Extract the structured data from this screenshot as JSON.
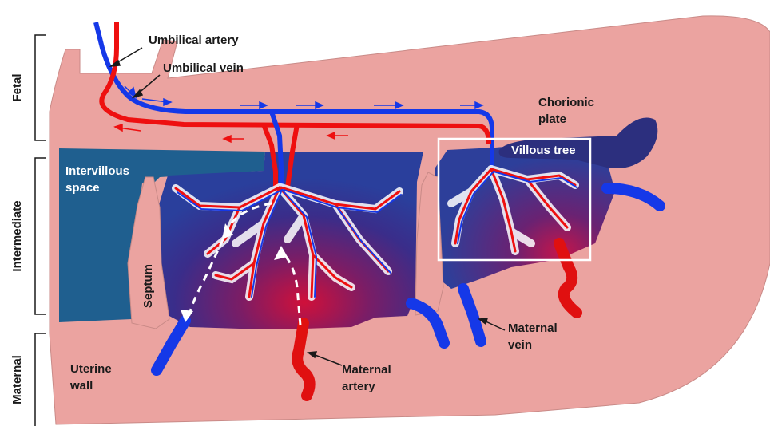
{
  "labels": {
    "umbilical_artery": "Umbilical artery",
    "umbilical_vein": "Umbilical vein",
    "chorionic_plate_1": "Chorionic",
    "chorionic_plate_2": "plate",
    "villous_tree": "Villous tree",
    "intervillous_1": "Intervillous",
    "intervillous_2": "space",
    "septum": "Septum",
    "uterine_1": "Uterine",
    "uterine_2": "wall",
    "maternal_artery_1": "Maternal",
    "maternal_artery_2": "artery",
    "maternal_vein_1": "Maternal",
    "maternal_vein_2": "vein"
  },
  "regions": {
    "fetal": "Fetal",
    "intermediate": "Intermediate",
    "maternal": "Maternal"
  },
  "colors": {
    "tissue": "#eba3a0",
    "intervillous_dark": "#1f5f8f",
    "pool_purple": "#4a2a80",
    "pool_blue": "#2f4fa8",
    "artery_red": "#ee1010",
    "vein_blue": "#1538e8",
    "villous_highlight": "#ffffff"
  }
}
